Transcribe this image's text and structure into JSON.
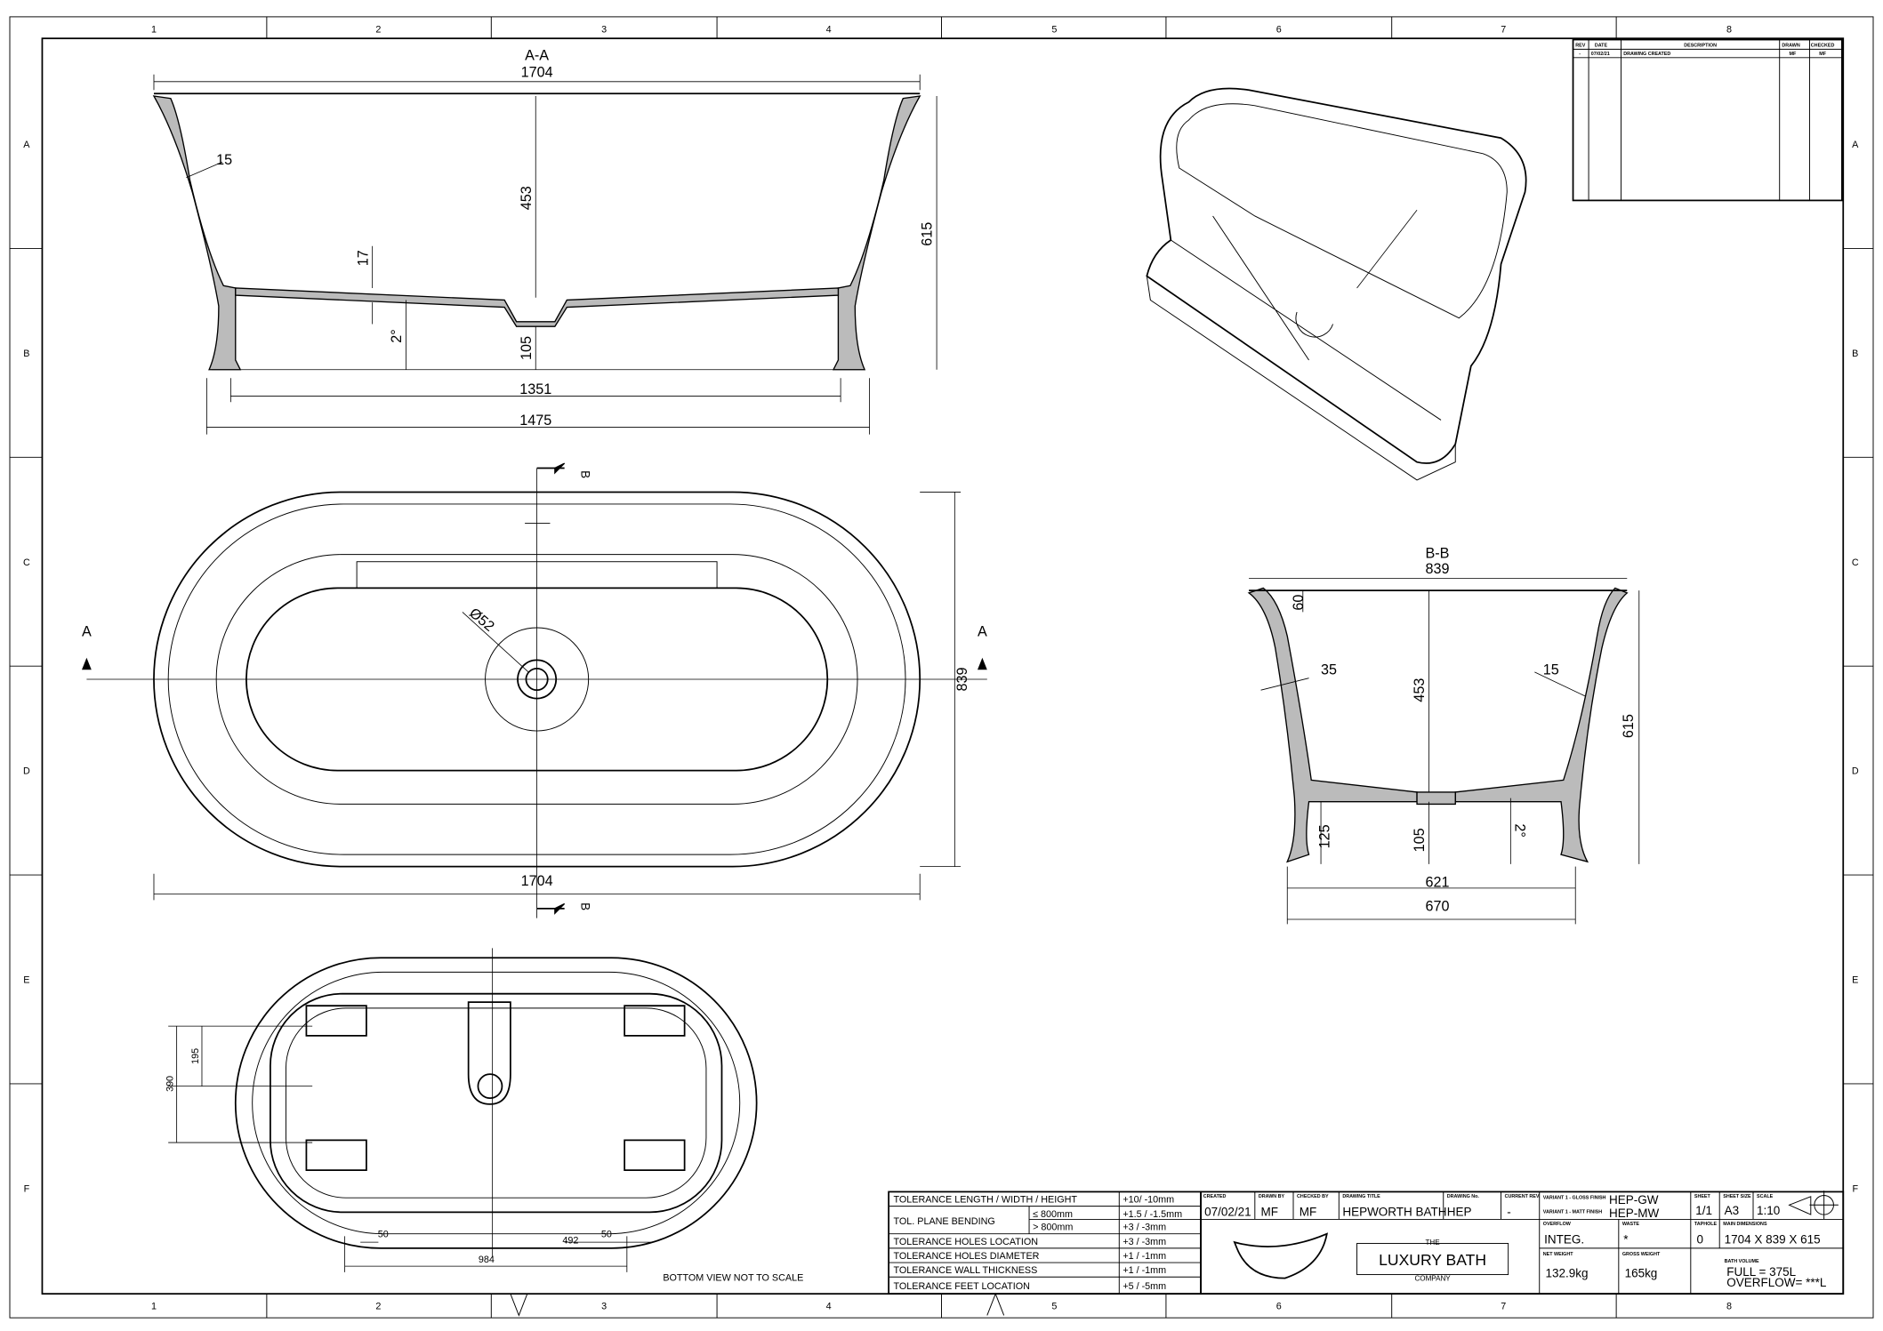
{
  "grid": {
    "columns": [
      "1",
      "2",
      "3",
      "4",
      "5",
      "6",
      "7",
      "8"
    ],
    "rows": [
      "A",
      "B",
      "C",
      "D",
      "E",
      "F"
    ]
  },
  "section_aa": {
    "title": "A-A",
    "overall_width": "1704",
    "wall": "15",
    "depth": "453",
    "height": "615",
    "floor": "17",
    "slope": "2°",
    "waste_height": "105",
    "inner_base": "1351",
    "outer_base": "1475"
  },
  "top_view": {
    "length": "1704",
    "width": "839",
    "waste_dia": "Ø52",
    "section_a": "A",
    "section_b": "B"
  },
  "section_bb": {
    "title": "B-B",
    "overall_width": "839",
    "rim": "60",
    "wall_left": "35",
    "wall_right": "15",
    "depth": "453",
    "height": "615",
    "plinth": "125",
    "waste_height": "105",
    "slope": "2°",
    "inner_base": "621",
    "outer_base": "670"
  },
  "bottom_view": {
    "dim_195": "195",
    "dim_390": "390",
    "dim_50a": "50",
    "dim_492": "492",
    "dim_50b": "50",
    "dim_984": "984",
    "note": "BOTTOM VIEW NOT TO SCALE"
  },
  "revision_table": {
    "headers": [
      "REV",
      "DATE",
      "DESCRIPTION",
      "DRAWN",
      "CHECKED"
    ],
    "rows": [
      [
        "-",
        "07/02/21",
        "DRAWING CREATED",
        "MF",
        "MF"
      ]
    ]
  },
  "tolerances": [
    {
      "label": "TOLERANCE LENGTH / WIDTH / HEIGHT",
      "value": "+10/ -10mm"
    },
    {
      "label": "TOL. PLANE BENDING",
      "sub": [
        {
          "cond": "≤  800mm",
          "value": "+1.5 / -1.5mm"
        },
        {
          "cond": ">  800mm",
          "value": "+3 / -3mm"
        }
      ]
    },
    {
      "label": "TOLERANCE HOLES LOCATION",
      "value": "+3 / -3mm"
    },
    {
      "label": "TOLERANCE HOLES DIAMETER",
      "value": "+1 / -1mm"
    },
    {
      "label": "TOLERANCE WALL THICKNESS",
      "value": "+1 / -1mm"
    },
    {
      "label": "TOLERANCE FEET LOCATION",
      "value": "+5 / -5mm"
    }
  ],
  "title_block": {
    "created_label": "CREATED",
    "created": "07/02/21",
    "drawn_by_label": "DRAWN BY",
    "drawn_by": "MF",
    "checked_by_label": "CHECKED BY",
    "checked_by": "MF",
    "title_label": "DRAWING TITLE",
    "title": "HEPWORTH BATH",
    "number_label": "DRAWING No.",
    "number": "HEP",
    "rev_label": "CURRENT REV.",
    "rev": "-",
    "gloss_label": "VARIANT 1 - GLOSS FINISH",
    "gloss": "HEP-GW",
    "matt_label": "VARIANT 1 - MATT FINISH",
    "matt": "HEP-MW",
    "sheet_label": "SHEET",
    "sheet": "1/1",
    "size_label": "SHEET SIZE",
    "size": "A3",
    "scale_label": "SCALE",
    "scale": "1:10",
    "overflow_label": "OVERFLOW",
    "overflow": "INTEG.",
    "waste_label": "WASTE",
    "waste": "*",
    "taphole_label": "TAPHOLE",
    "taphole": "0",
    "dims_label": "MAIN DIMENSIONS",
    "dims": "1704 X 839 X 615",
    "net_label": "NET WEIGHT",
    "net": "132.9kg",
    "gross_label": "GROSS WEIGHT",
    "gross": "165kg",
    "volume_label": "BATH VOLUME",
    "volume_full": "FULL = 375L",
    "volume_overflow": "OVERFLOW= ***L",
    "logo": {
      "the": "THE",
      "name": "LUXURY BATH",
      "company": "COMPANY"
    }
  }
}
